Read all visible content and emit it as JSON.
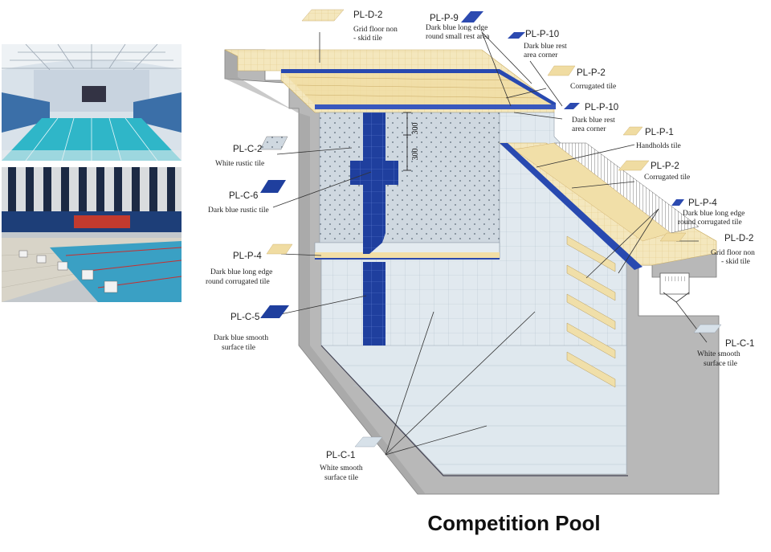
{
  "title": "Competition Pool",
  "dimensions": [
    "300",
    "300"
  ],
  "labels": {
    "d2_top": {
      "code": "PL-D-2",
      "desc": [
        "Grid floor non",
        "- skid tile"
      ]
    },
    "p9": {
      "code": "PL-P-9",
      "desc": [
        "Dark blue long edge",
        "round small rest area"
      ]
    },
    "p10_top": {
      "code": "PL-P-10",
      "desc": [
        "Dark blue rest",
        "area corner"
      ]
    },
    "p2_top": {
      "code": "PL-P-2",
      "desc": [
        "Corrugated tile"
      ]
    },
    "p10_mid": {
      "code": "PL-P-10",
      "desc": [
        "Dark blue rest",
        "area corner"
      ]
    },
    "p1": {
      "code": "PL-P-1",
      "desc": [
        "Handholds tile"
      ]
    },
    "p2_mid": {
      "code": "PL-P-2",
      "desc": [
        "Corrugated tile"
      ]
    },
    "p4_right": {
      "code": "PL-P-4",
      "desc": [
        "Dark blue long edge",
        "round corrugated tile"
      ]
    },
    "d2_right": {
      "code": "PL-D-2",
      "desc": [
        "Grid floor non",
        "- skid tile"
      ]
    },
    "c1_right": {
      "code": "PL-C-1",
      "desc": [
        "White smooth",
        "surface tile"
      ]
    },
    "c2": {
      "code": "PL-C-2",
      "desc": [
        "White rustic tile"
      ]
    },
    "c6": {
      "code": "PL-C-6",
      "desc": [
        "Dark blue rustic tile"
      ]
    },
    "p4_left": {
      "code": "PL-P-4",
      "desc": [
        "Dark blue long edge",
        "round corrugated tile"
      ]
    },
    "c5": {
      "code": "PL-C-5",
      "desc": [
        "Dark blue smooth",
        "surface tile"
      ]
    },
    "c1_bottom": {
      "code": "PL-C-1",
      "desc": [
        "White smooth",
        "surface tile"
      ]
    }
  },
  "colors": {
    "concrete": "#b9b9b9",
    "wall_tile": "#dfe7ee",
    "rustic": "#cdd7df",
    "dark_blue": "#1e3d9c",
    "cream": "#f3e5b8",
    "line": "#333333"
  }
}
